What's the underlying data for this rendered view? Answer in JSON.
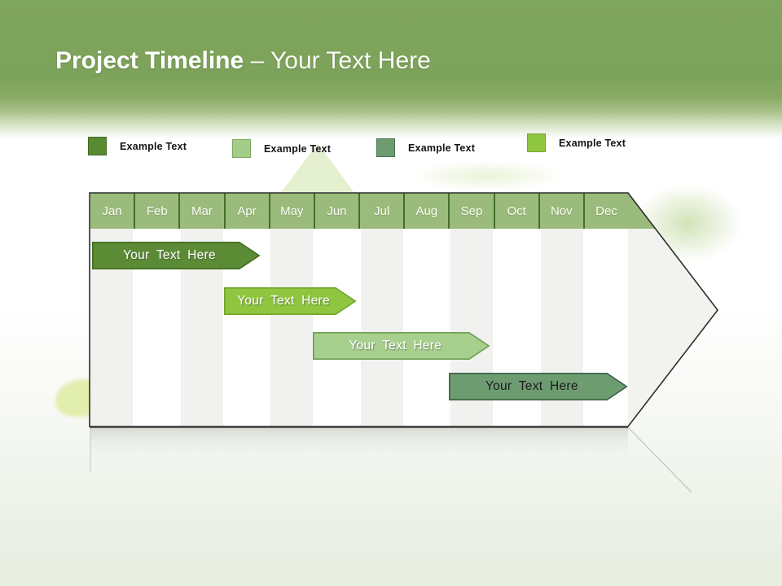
{
  "slide_title": {
    "bold": "Project Timeline",
    "light": "– Your Text Here"
  },
  "legend": {
    "items": [
      {
        "label": "Example Text",
        "color": "#588a33",
        "border": "#44691f"
      },
      {
        "label": "Example Text",
        "color": "#a5cd8a",
        "border": "#7ca85f"
      },
      {
        "label": "Example Text",
        "color": "#6d9c71",
        "border": "#4a7050"
      },
      {
        "label": "Example Text",
        "color": "#8ec63f",
        "border": "#76a82c"
      }
    ]
  },
  "chart_data": {
    "type": "gantt",
    "title": "Project Timeline – Your Text Here",
    "categories": [
      "Jan",
      "Feb",
      "Mar",
      "Apr",
      "May",
      "Jun",
      "Jul",
      "Aug",
      "Sep",
      "Oct",
      "Nov",
      "Dec"
    ],
    "x_axis": {
      "unit": "month",
      "range": [
        0,
        12
      ]
    },
    "header_fill": "#9abb7b",
    "header_divider_color": "#43702a",
    "column_alt_fill": "#f1f1ef",
    "column_fill": "#ffffff",
    "outline_color": "#2e2e2e",
    "bars": [
      {
        "label": "Your Text Here",
        "row": 0,
        "start_month": 0.0,
        "end_month": 3.75,
        "fill": "#5b8c35",
        "stroke": "#446d22",
        "text_color": "#ffffff"
      },
      {
        "label": "Your Text Here",
        "row": 1,
        "start_month": 2.95,
        "end_month": 5.9,
        "fill": "#8ec63f",
        "stroke": "#72a52a",
        "text_color": "#ffffff"
      },
      {
        "label": "Your Text Here",
        "row": 2,
        "start_month": 4.95,
        "end_month": 8.9,
        "fill": "#a7cf8d",
        "stroke": "#6f9e53",
        "text_color": "#ffffff"
      },
      {
        "label": "Your Text Here",
        "row": 3,
        "start_month": 7.98,
        "end_month": 11.97,
        "fill": "#6d9c71",
        "stroke": "#3e6147",
        "text_color": "#1c1c1c"
      }
    ]
  }
}
